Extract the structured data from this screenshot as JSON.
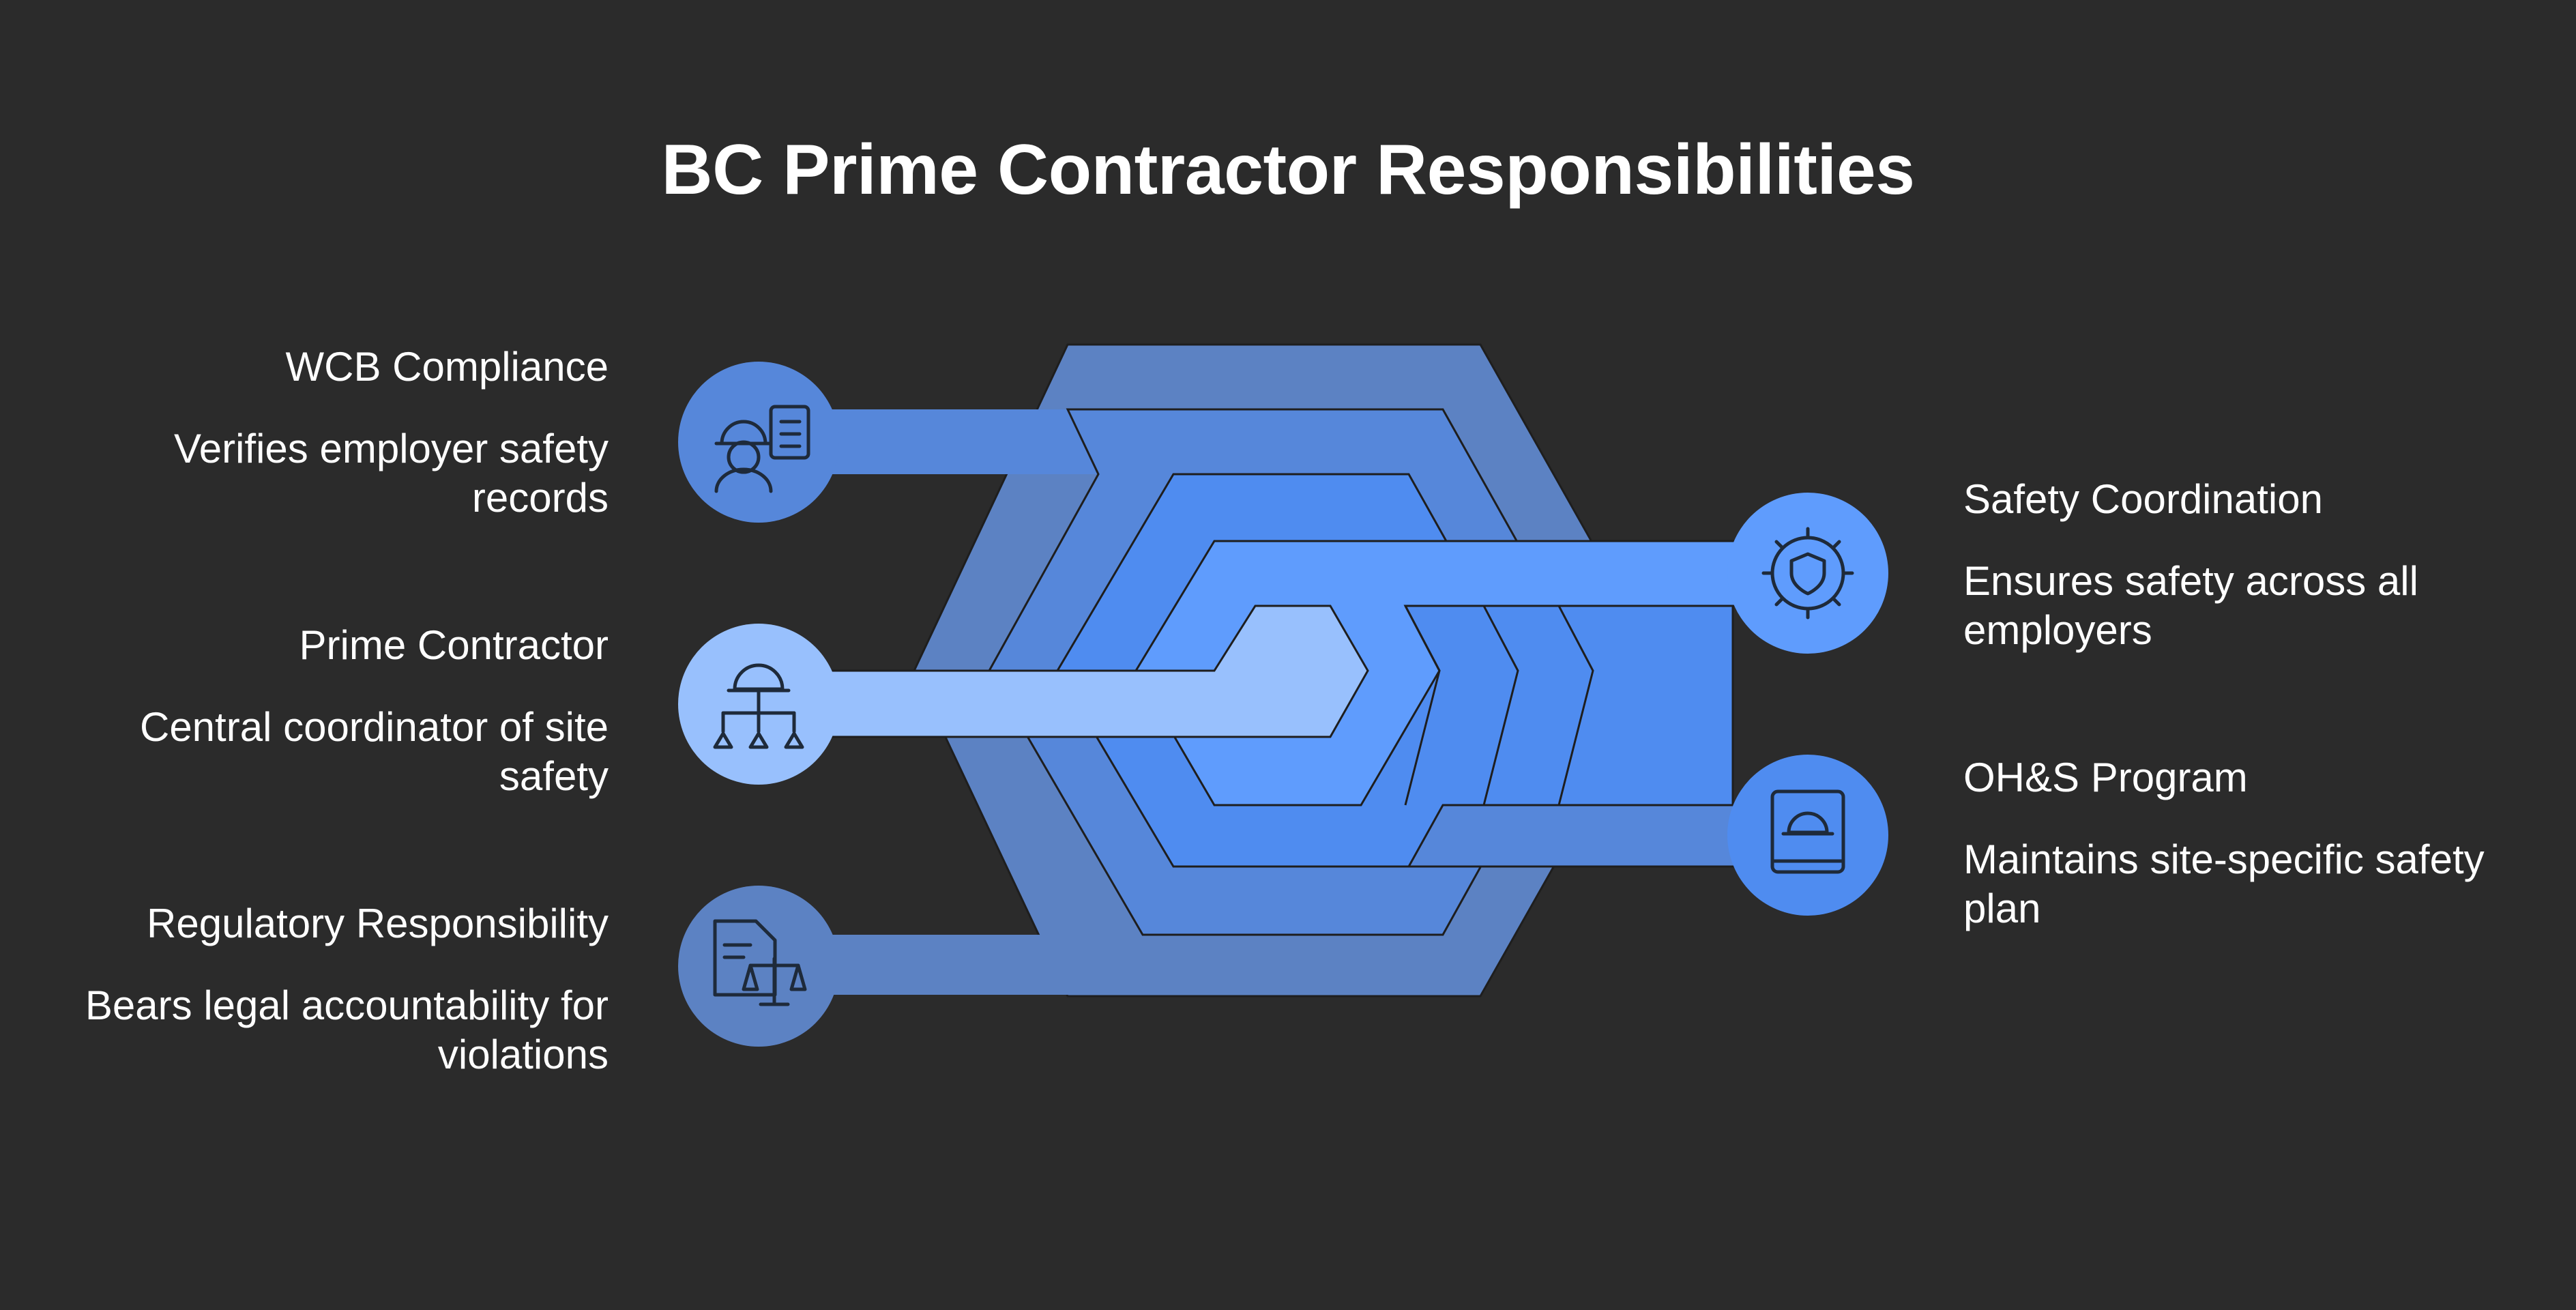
{
  "title": "BC Prime Contractor Responsibilities",
  "colors": {
    "background": "#2b2b2b",
    "layer_outer": "#5c82c3",
    "layer_2": "#5687da",
    "layer_3": "#4f8cf0",
    "layer_4": "#5f9cfd",
    "layer_inner": "#98c0fd"
  },
  "items": {
    "wcb": {
      "title": "WCB Compliance",
      "description": "Verifies employer safety\nrecords",
      "icon": "worker-clipboard-icon"
    },
    "prime": {
      "title": "Prime Contractor",
      "description": "Central coordinator of site\nsafety",
      "icon": "hardhat-hierarchy-icon"
    },
    "regulatory": {
      "title": "Regulatory Responsibility",
      "description": "Bears legal accountability for\nviolations",
      "icon": "document-scales-icon"
    },
    "safety": {
      "title": "Safety Coordination",
      "description": "Ensures safety across all\nemployers",
      "icon": "gear-shield-icon"
    },
    "ohs": {
      "title": "OH&S Program",
      "description": "Maintains site-specific safety\nplan",
      "icon": "book-hardhat-icon"
    }
  }
}
